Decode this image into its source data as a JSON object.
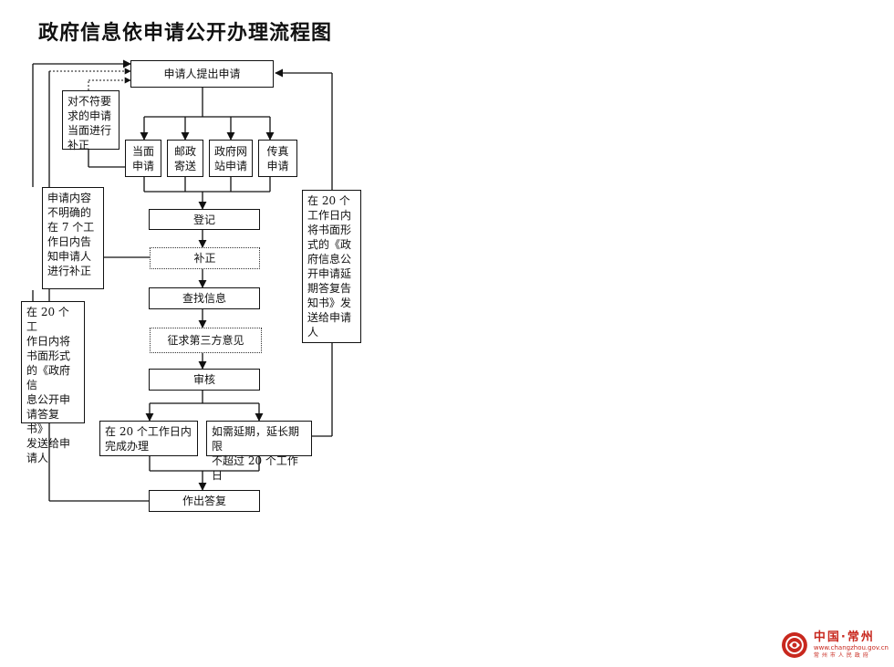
{
  "title": "政府信息依申请公开办理流程图",
  "nodes": {
    "apply": "申请人提出申请",
    "in_person": "当面\n申请",
    "post": "邮政\n寄送",
    "website": "政府网\n站申请",
    "fax": "传真\n申请",
    "register": "登记",
    "supplement": "补正",
    "search": "查找信息",
    "third_party": "征求第三方意见",
    "review": "审核",
    "complete": "在 20 个工作日内\n完成办理",
    "extend": "如需延期，延长期限\n不超过 20 个工作日",
    "reply": "作出答复"
  },
  "notes": {
    "nonconforming": "对不符要\n求的申请\n当面进行\n补正",
    "unclear": "申请内容\n不明确的\n在 7 个工\n作日内告\n知申请人\n进行补正",
    "reply_notice": "在 20 个工\n作日内将\n书面形式\n的《政府信\n息公开申\n请答复书》\n发送给申\n请人",
    "extension_notice": "在 20 个\n工作日内\n将书面形\n式的《政\n府信息公\n开申请延\n期答复告\n知书》发\n送给申请\n人"
  },
  "logo": {
    "name": "中国·常州",
    "url": "www.changzhou.gov.cn",
    "sub": "常州市人民政府"
  },
  "colors": {
    "logo": "#c8281e",
    "line": "#111111"
  }
}
